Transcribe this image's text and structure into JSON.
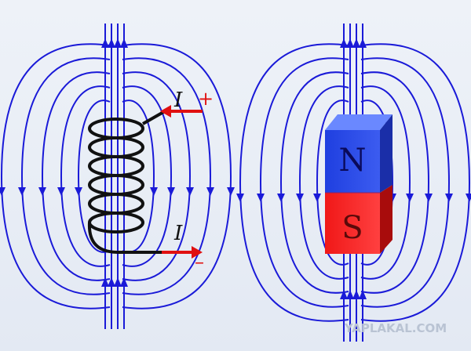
{
  "solenoid": {
    "current_in_label": "I",
    "current_in_sign": "+",
    "current_out_label": "I",
    "current_out_sign": "–"
  },
  "magnet": {
    "north_label": "N",
    "south_label": "S"
  },
  "watermark": "YAPLAKAL.COM",
  "colors": {
    "field_line": "#1a1ad8",
    "current_arrow": "#e01010",
    "magnet_north": "#2244dd",
    "magnet_south": "#e81a1a",
    "coil_wire": "#111111",
    "background": "#e8edf6"
  }
}
